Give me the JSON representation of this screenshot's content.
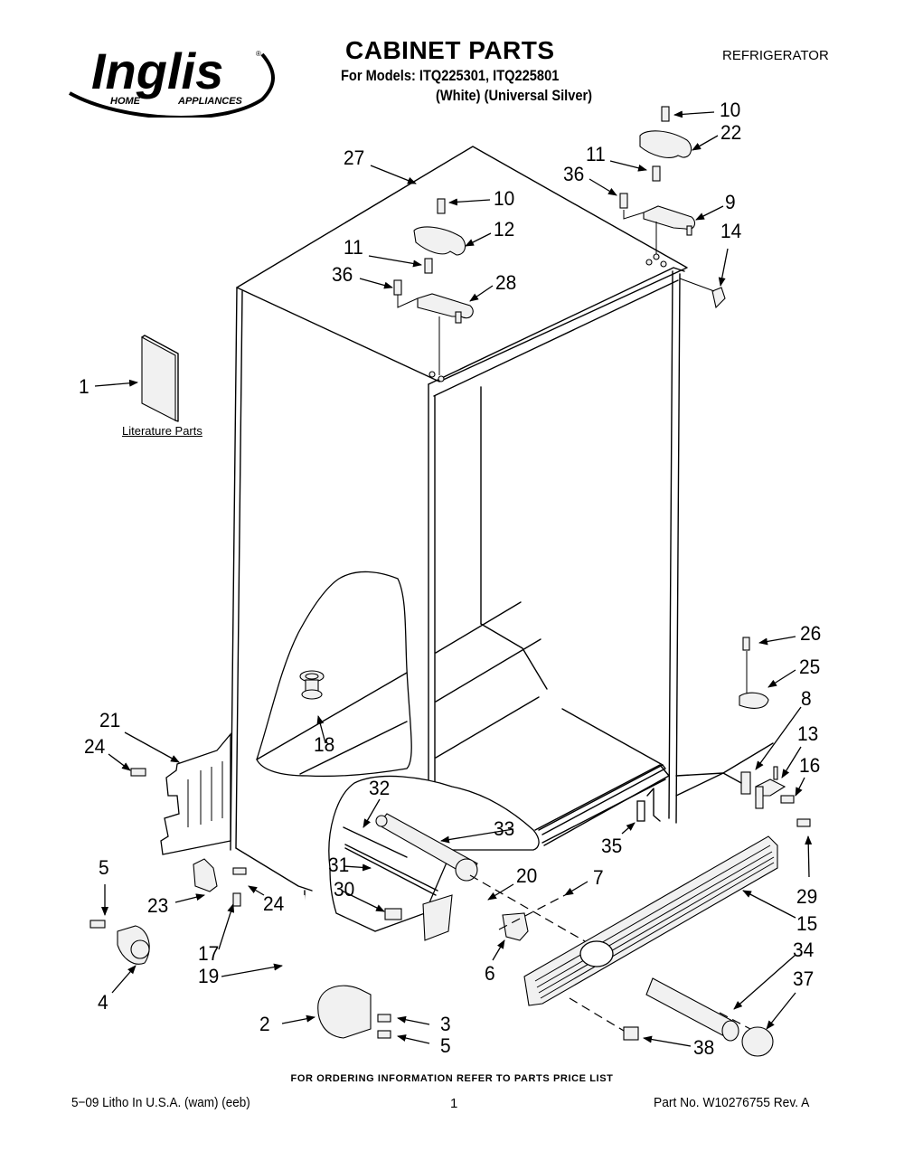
{
  "brand": {
    "logo_text": "Inglis",
    "logo_tagline_left": "HOME",
    "logo_tagline_right": "APPLIANCES",
    "registered_mark": "®"
  },
  "header": {
    "title": "CABINET PARTS",
    "models_line": "For Models: ITQ225301, ITQ225801",
    "colors_line": "(White) (Universal Silver)",
    "category": "REFRIGERATOR"
  },
  "literature": {
    "label": "Literature Parts"
  },
  "callouts": [
    {
      "id": "c1",
      "label": "1"
    },
    {
      "id": "c2",
      "label": "2"
    },
    {
      "id": "c3",
      "label": "3"
    },
    {
      "id": "c4",
      "label": "4"
    },
    {
      "id": "c5a",
      "label": "5"
    },
    {
      "id": "c5b",
      "label": "5"
    },
    {
      "id": "c6",
      "label": "6"
    },
    {
      "id": "c7",
      "label": "7"
    },
    {
      "id": "c8",
      "label": "8"
    },
    {
      "id": "c9",
      "label": "9"
    },
    {
      "id": "c10a",
      "label": "10"
    },
    {
      "id": "c10b",
      "label": "10"
    },
    {
      "id": "c11a",
      "label": "11"
    },
    {
      "id": "c11b",
      "label": "11"
    },
    {
      "id": "c12",
      "label": "12"
    },
    {
      "id": "c13",
      "label": "13"
    },
    {
      "id": "c14",
      "label": "14"
    },
    {
      "id": "c15",
      "label": "15"
    },
    {
      "id": "c16",
      "label": "16"
    },
    {
      "id": "c17",
      "label": "17"
    },
    {
      "id": "c18",
      "label": "18"
    },
    {
      "id": "c19",
      "label": "19"
    },
    {
      "id": "c20",
      "label": "20"
    },
    {
      "id": "c21",
      "label": "21"
    },
    {
      "id": "c22",
      "label": "22"
    },
    {
      "id": "c23",
      "label": "23"
    },
    {
      "id": "c24a",
      "label": "24"
    },
    {
      "id": "c24b",
      "label": "24"
    },
    {
      "id": "c25",
      "label": "25"
    },
    {
      "id": "c26",
      "label": "26"
    },
    {
      "id": "c27",
      "label": "27"
    },
    {
      "id": "c28",
      "label": "28"
    },
    {
      "id": "c29",
      "label": "29"
    },
    {
      "id": "c30",
      "label": "30"
    },
    {
      "id": "c31",
      "label": "31"
    },
    {
      "id": "c32",
      "label": "32"
    },
    {
      "id": "c33",
      "label": "33"
    },
    {
      "id": "c34",
      "label": "34"
    },
    {
      "id": "c35",
      "label": "35"
    },
    {
      "id": "c36a",
      "label": "36"
    },
    {
      "id": "c36b",
      "label": "36"
    },
    {
      "id": "c37",
      "label": "37"
    },
    {
      "id": "c38",
      "label": "38"
    }
  ],
  "footer": {
    "ordering_note": "FOR ORDERING INFORMATION REFER TO PARTS PRICE LIST",
    "litho": "5−09 Litho In U.S.A. (wam) (eeb)",
    "page_number": "1",
    "part_number": "Part No. W10276755 Rev. A"
  }
}
